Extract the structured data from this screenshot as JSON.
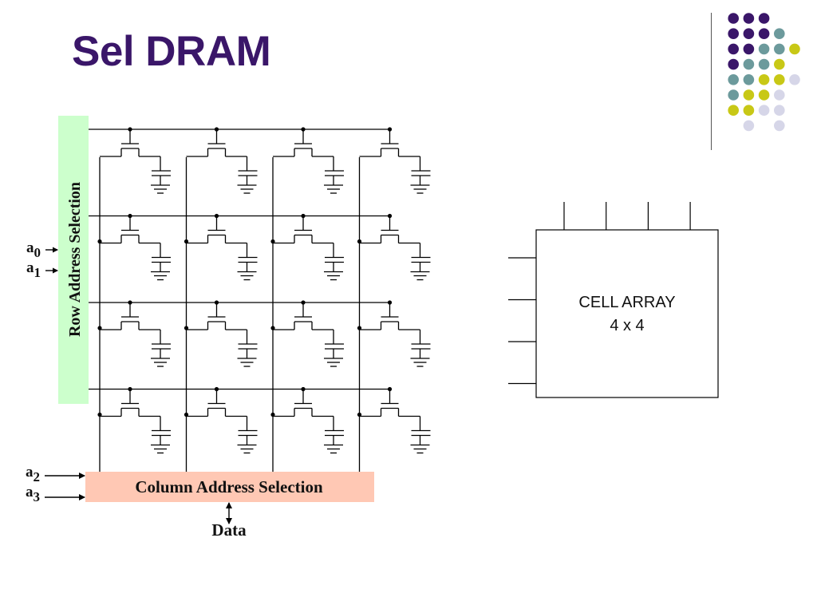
{
  "slide": {
    "title": "Sel DRAM"
  },
  "colors": {
    "title": "#3a1669",
    "dot_purple": "#3a1669",
    "dot_teal": "#6c9a9c",
    "dot_yellow": "#c8c816",
    "dot_lavender": "#d6d6e8",
    "row_select_fill": "#ccffcc",
    "col_select_fill": "#ffc8b4"
  },
  "diagram": {
    "row_selector_label": "Row Address Selection",
    "column_selector_label": "Column Address Selection",
    "row_inputs": [
      {
        "base": "a",
        "sub": "0"
      },
      {
        "base": "a",
        "sub": "1"
      }
    ],
    "column_inputs": [
      {
        "base": "a",
        "sub": "2"
      },
      {
        "base": "a",
        "sub": "3"
      }
    ],
    "data_label": "Data",
    "grid": {
      "rows": 4,
      "cols": 4
    }
  },
  "cell_array": {
    "line1": "CELL ARRAY",
    "line2": "4 x 4",
    "top_pins": 4,
    "left_pins": 4
  }
}
